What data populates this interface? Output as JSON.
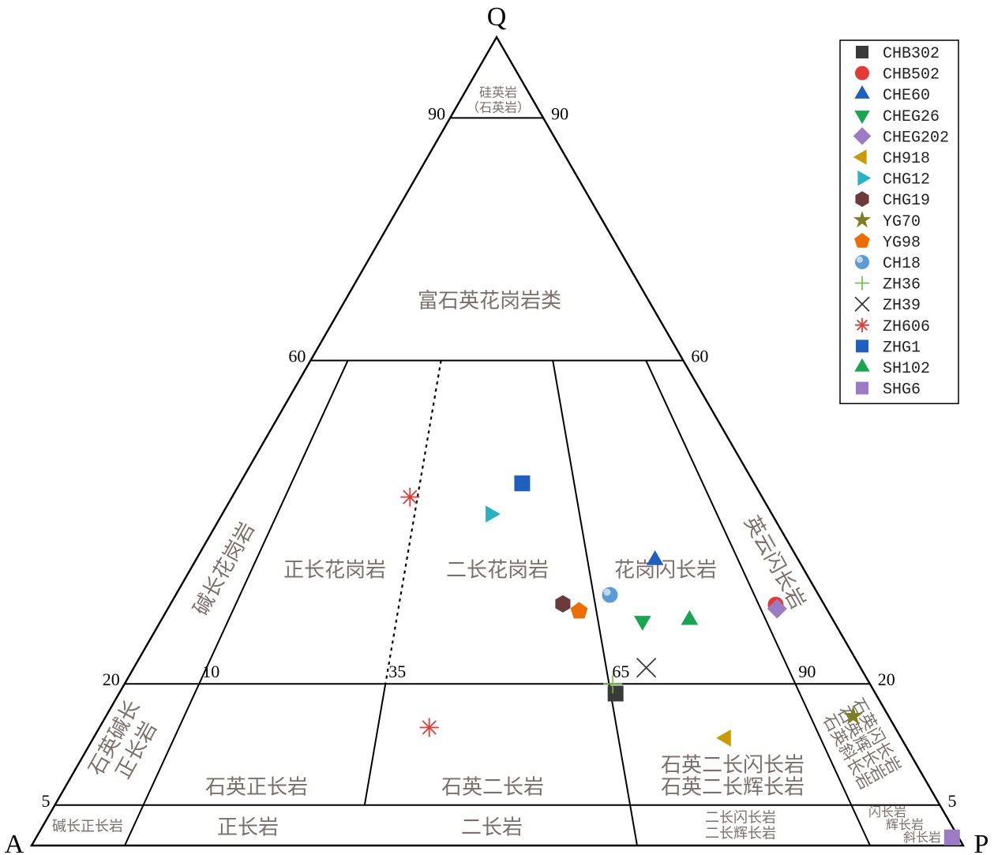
{
  "chart_data": {
    "type": "scatter",
    "diagram": "QAP ternary",
    "apex_labels": {
      "Q": "Q",
      "A": "A",
      "P": "P"
    },
    "q_ticks": [
      {
        "label": "90",
        "q": 90
      },
      {
        "label": "60",
        "q": 60
      },
      {
        "label": "20",
        "q": 20
      },
      {
        "label": "5",
        "q": 5
      }
    ],
    "p_ratio_ticks": [
      {
        "label": "10",
        "r": 10
      },
      {
        "label": "35",
        "r": 35
      },
      {
        "label": "65",
        "r": 65
      },
      {
        "label": "90",
        "r": 90
      }
    ],
    "fields": {
      "quartzolite": [
        "硅英岩",
        "（石英岩）"
      ],
      "quartz_rich_granitoid": "富石英花岗岩类",
      "alkali_feldspar_granite": "碱长花岗岩",
      "syenogranite": "正长花岗岩",
      "monzogranite": "二长花岗岩",
      "granodiorite": "花岗闪长岩",
      "tonalite": "英云闪长岩",
      "qz_alkali_syenite": [
        "石英碱长",
        "正长岩"
      ],
      "qz_syenite": "石英正长岩",
      "qz_monzonite": "石英二长岩",
      "qz_monzodiorite": [
        "石英二长闪长岩",
        "石英二长辉长岩"
      ],
      "qz_diorite": [
        "石英闪长岩",
        "石英辉长岩",
        "石英斜长岩"
      ],
      "alkali_syenite": "碱长正长岩",
      "syenite": "正长岩",
      "monzonite": "二长岩",
      "monzodiorite": [
        "二长闪长岩",
        "二长辉长岩"
      ],
      "diorite": [
        "闪长岩",
        "辉长岩",
        "斜长岩"
      ]
    },
    "series": [
      {
        "name": "CHB302",
        "marker": "square",
        "color": "#3a3a3a",
        "q": 18.8,
        "a": 27.9,
        "p": 53.3
      },
      {
        "name": "CHB502",
        "marker": "circle",
        "color": "#e53935",
        "q": 29.8,
        "a": 5.2,
        "p": 65.0
      },
      {
        "name": "CHE60",
        "marker": "triangle-up",
        "color": "#1f5fbf",
        "q": 35.3,
        "a": 15.4,
        "p": 49.3
      },
      {
        "name": "CHEG26",
        "marker": "triangle-down",
        "color": "#19a552",
        "q": 27.8,
        "a": 20.5,
        "p": 51.7
      },
      {
        "name": "CHEG202",
        "marker": "diamond",
        "color": "#9b7bc4",
        "q": 29.3,
        "a": 5.3,
        "p": 65.4
      },
      {
        "name": "CH918",
        "marker": "triangle-left",
        "color": "#c99a06",
        "q": 13.3,
        "a": 18.8,
        "p": 67.9
      },
      {
        "name": "CHG12",
        "marker": "triangle-right",
        "color": "#29b2c4",
        "q": 41.0,
        "a": 30.2,
        "p": 28.8
      },
      {
        "name": "CHG19",
        "marker": "hexagon",
        "color": "#6b3a3a",
        "q": 29.9,
        "a": 28.0,
        "p": 42.1
      },
      {
        "name": "YG70",
        "marker": "star",
        "color": "#7d7d23",
        "q": 16.0,
        "a": 3.8,
        "p": 80.2
      },
      {
        "name": "YG98",
        "marker": "pentagon",
        "color": "#ef6c00",
        "q": 29.0,
        "a": 26.7,
        "p": 44.3
      },
      {
        "name": "CH18",
        "marker": "sphere",
        "color": "#5b9bd5",
        "q": 31.0,
        "a": 22.4,
        "p": 46.6
      },
      {
        "name": "ZH36",
        "marker": "plus",
        "color": "#6fbf3f",
        "q": 20.0,
        "a": 27.6,
        "p": 52.4
      },
      {
        "name": "ZH39",
        "marker": "x",
        "color": "#3a3a3a",
        "q": 22.0,
        "a": 23.0,
        "p": 55.0
      },
      {
        "name": "ZH606",
        "marker": "asterisk",
        "color": "#e53935",
        "q": 14.6,
        "a": 50.0,
        "p": 35.4
      },
      {
        "name": "ZHG1",
        "marker": "square",
        "color": "#1f5fbf",
        "q": 44.8,
        "a": 24.9,
        "p": 30.3
      },
      {
        "name": "SH102",
        "marker": "triangle-up",
        "color": "#19a552",
        "q": 27.9,
        "a": 15.4,
        "p": 56.7
      },
      {
        "name": "SHG6",
        "marker": "square",
        "color": "#9b7bc4",
        "q": 1.0,
        "a": 0.7,
        "p": 98.3
      }
    ],
    "extra_points": [
      {
        "series": "ZH606",
        "q": 43.1,
        "a": 37.8,
        "p": 19.1
      }
    ]
  }
}
